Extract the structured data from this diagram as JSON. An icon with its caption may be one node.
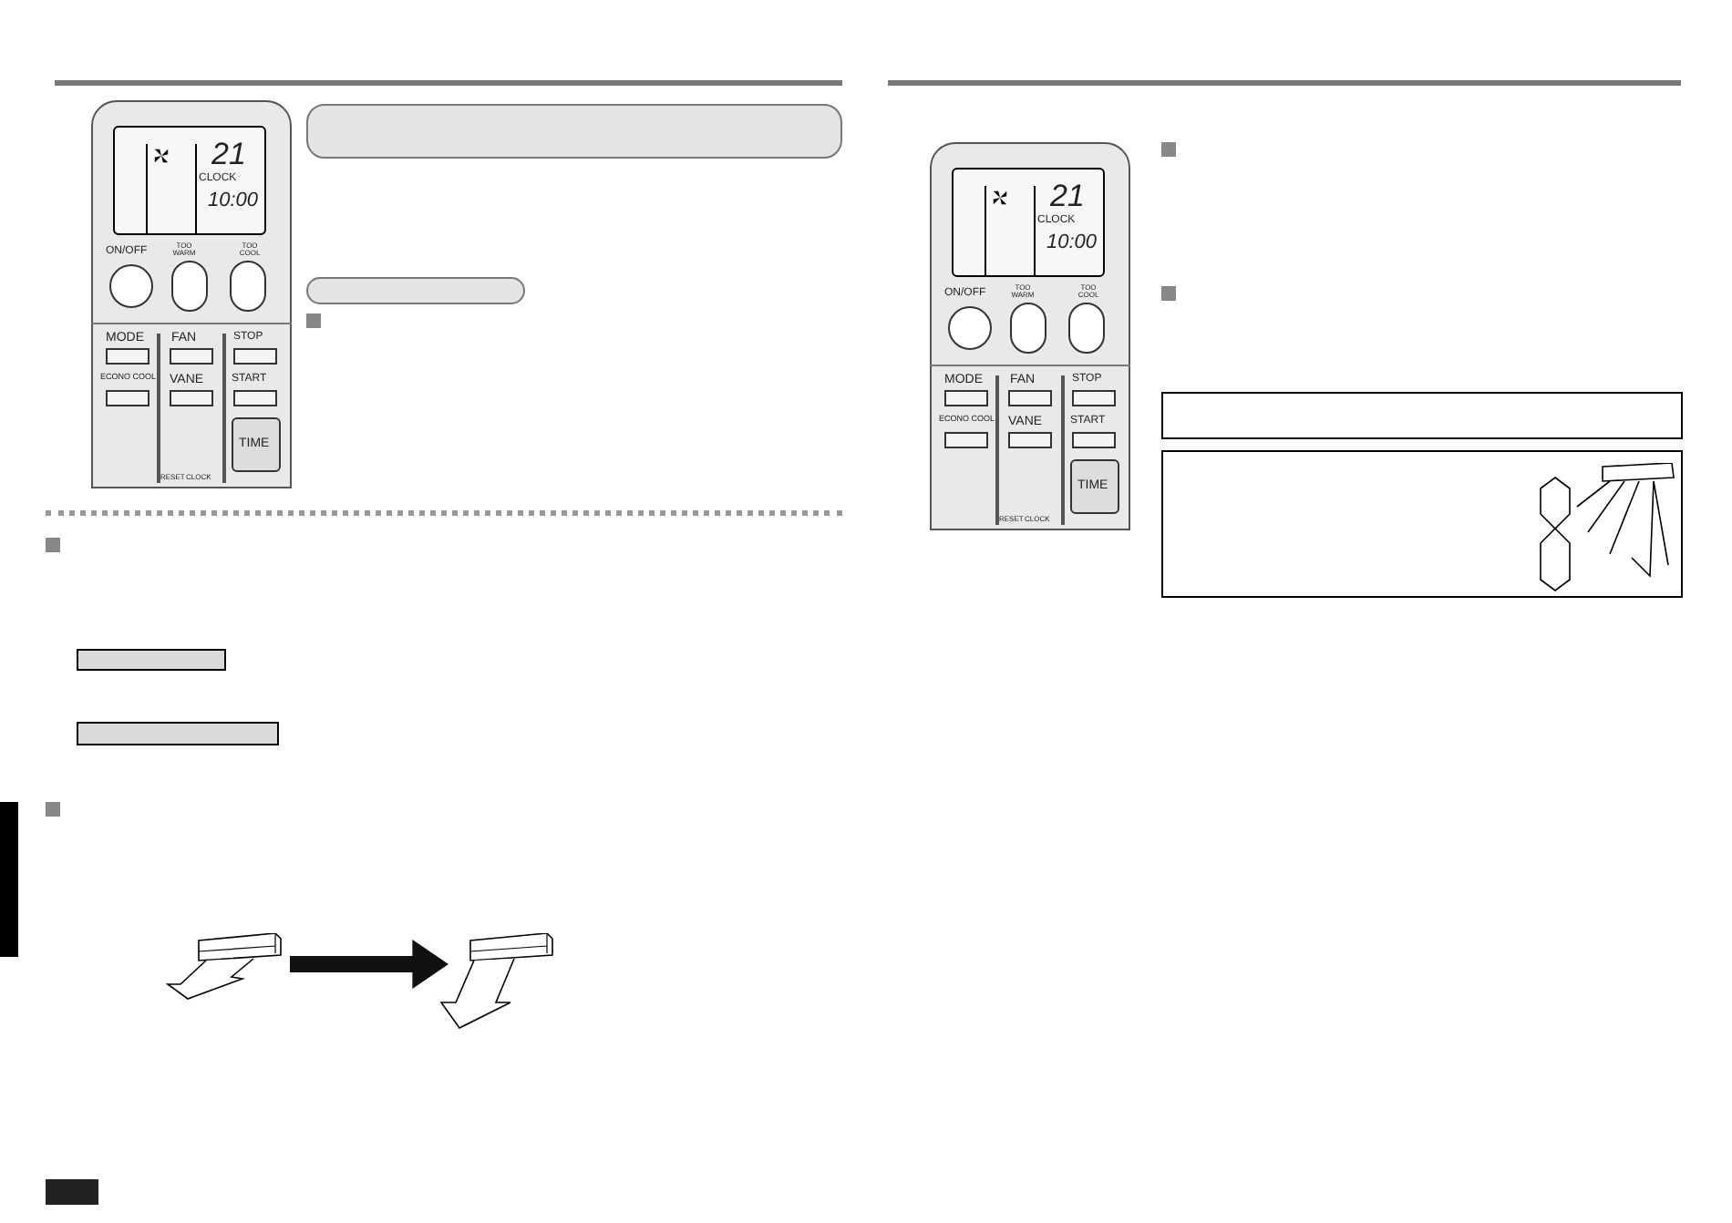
{
  "diagram": {
    "nodes": [
      {
        "text": [],
        "shape": "box"
      },
      {
        "text": [],
        "shape": "box"
      },
      {
        "text": [],
        "shape": "bar"
      },
      {
        "text": [],
        "shape": "bar"
      },
      {
        "text": [],
        "shape": "picture"
      },
      {
        "text": [],
        "shape": "picture"
      },
      {
        "text": [],
        "shape": "box"
      },
      {
        "text": [],
        "shape": "box"
      }
    ],
    "edges": [
      {
        "from": 4,
        "to": 5,
        "arrow": "to"
      }
    ],
    "labels": [
      "21",
      "CLOCK",
      "10:00",
      "ON/OFF",
      "TOO WARM",
      "TOO COOL",
      "MODE",
      "FAN",
      "STOP",
      "ECONO COOL",
      "VANE",
      "START",
      "TIME",
      "RESET",
      "CLOCK",
      "21",
      "CLOCK",
      "10:00",
      "ON/OFF",
      "TOO WARM",
      "TOO COOL",
      "MODE",
      "FAN",
      "STOP",
      "ECONO COOL",
      "VANE",
      "START",
      "TIME",
      "RESET",
      "CLOCK"
    ]
  }
}
